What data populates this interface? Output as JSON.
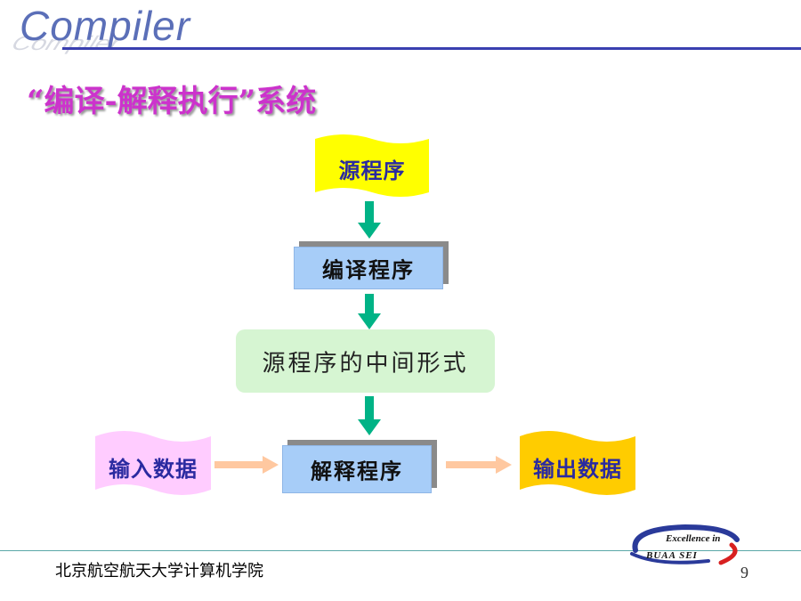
{
  "header": {
    "logo_text": "Compiler",
    "title": "“编译-解释执行”系统"
  },
  "diagram": {
    "source_program": "源程序",
    "compiler": "编译程序",
    "intermediate_form": "源程序的中间形式",
    "interpreter": "解释程序",
    "input_data": "输入数据",
    "output_data": "输出数据"
  },
  "colors": {
    "title": "#cc33cc",
    "source_doc": "#ffff00",
    "input_doc": "#ffccff",
    "output_doc": "#ffcc00",
    "program_box": "#a7cdf8",
    "intermediate_box": "#d6f5d2",
    "down_arrow": "#00b386",
    "side_arrow": "#ffc8a0"
  },
  "footer": {
    "school": "北京航空航天大学计算机学院",
    "page_number": "9",
    "badge_line1": "Excellence in",
    "badge_line2": "BUAA   SEI"
  }
}
